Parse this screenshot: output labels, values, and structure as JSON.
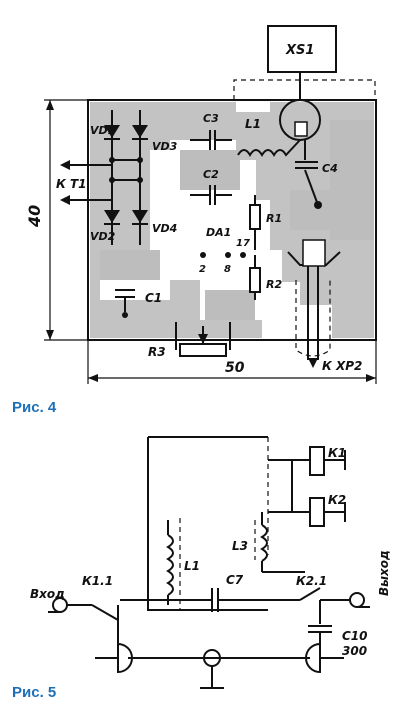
{
  "figure4": {
    "caption": "Рис. 4",
    "connector_label": "XS1",
    "dimension_height": "40",
    "dimension_width": "50",
    "to_xp2_label": "К XP2",
    "to_kt1_label": "К Т1",
    "components": [
      "VD1",
      "VD3",
      "VD2",
      "VD4",
      "C3",
      "L1",
      "C4",
      "C2",
      "R1",
      "DA1",
      "C1",
      "R2",
      "R3"
    ],
    "pins": [
      "2",
      "8",
      "17"
    ]
  },
  "figure5": {
    "caption": "Рис. 5",
    "input_label": "Вход",
    "output_label": "Выход",
    "components": [
      "К1",
      "К2",
      "L1",
      "L3",
      "C7",
      "К1.1",
      "К2.1",
      "C10"
    ],
    "c10_value": "300"
  },
  "colors": {
    "caption": "#1d6fb8",
    "board_fill": "#bdbdbd",
    "ink": "#111111"
  }
}
